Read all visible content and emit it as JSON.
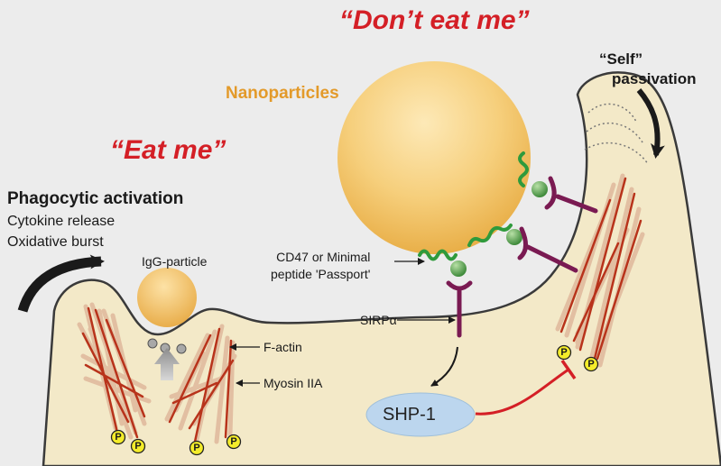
{
  "titles": {
    "dont_eat_me": "“Don’t eat me”",
    "eat_me": "“Eat me”"
  },
  "labels": {
    "nanoparticles": "Nanoparticles",
    "self_passivation_line1": "“Self”",
    "self_passivation_line2": "passivation",
    "phagocytic_activation": "Phagocytic activation",
    "cytokine_release": "Cytokine release",
    "oxidative_burst": "Oxidative burst",
    "igg_particle": "IgG-particle",
    "cd47_line1": "CD47 or Minimal",
    "cd47_line2": "peptide 'Passport'",
    "sirpa": "SIRPα",
    "f_actin": "F-actin",
    "myosin": "Myosin IIA",
    "shp1": "SHP-1",
    "phospho": "P"
  },
  "colors": {
    "title_red": "#d41f26",
    "nanoparticle_orange": "#e39a2a",
    "cell_fill": "#f3e9c8",
    "particle_fill": "#f1c66a",
    "cd47_green": "#2f9a3c",
    "sirpa_purple": "#7a1a52",
    "actin_tan": "#e2bfa2",
    "myosin_red": "#b8331b",
    "shp1_blue": "#bcd6ee",
    "phospho_yellow": "#f4ec2a",
    "inhibit_red": "#d41f26"
  }
}
